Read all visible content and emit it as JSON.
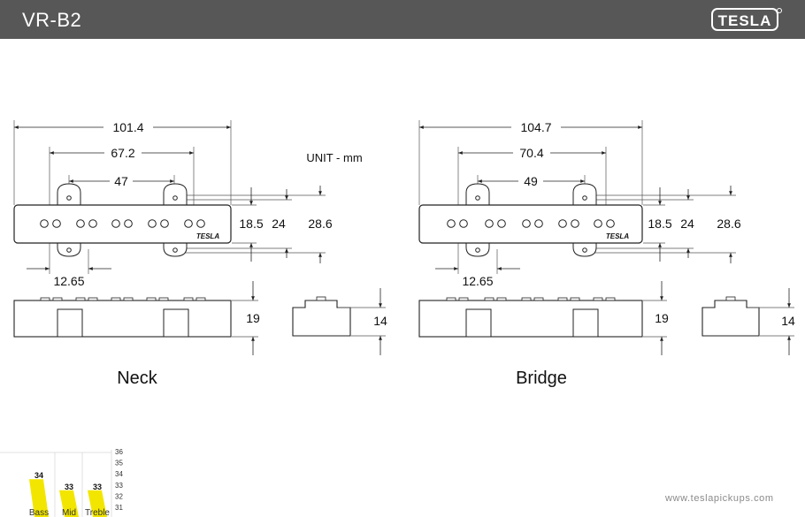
{
  "header": {
    "title": "VR-B2",
    "brand": "TESLA"
  },
  "unit_label": "UNIT - mm",
  "pickups": [
    {
      "name": "Neck",
      "width_overall": "101.4",
      "mount_spacing": "67.2",
      "inner_spacing": "47",
      "offset": "12.65",
      "height_body": "18.5",
      "height_mid": "24",
      "height_total": "28.6",
      "side_height": "19",
      "end_height": "14",
      "label_mark": "TESLA"
    },
    {
      "name": "Bridge",
      "width_overall": "104.7",
      "mount_spacing": "70.4",
      "inner_spacing": "49",
      "offset": "12.65",
      "height_body": "18.5",
      "height_mid": "24",
      "height_total": "28.6",
      "side_height": "19",
      "end_height": "14",
      "label_mark": "TESLA"
    }
  ],
  "chart_data": {
    "type": "bar",
    "categories": [
      "Bass",
      "Mid",
      "Treble"
    ],
    "values": [
      34,
      33,
      33
    ],
    "ylim": [
      31,
      36
    ],
    "ticks": [
      "36",
      "35",
      "34",
      "33",
      "32",
      "31"
    ],
    "bar_color": "#f2e600"
  },
  "footer": {
    "url": "www.teslapickups.com"
  }
}
